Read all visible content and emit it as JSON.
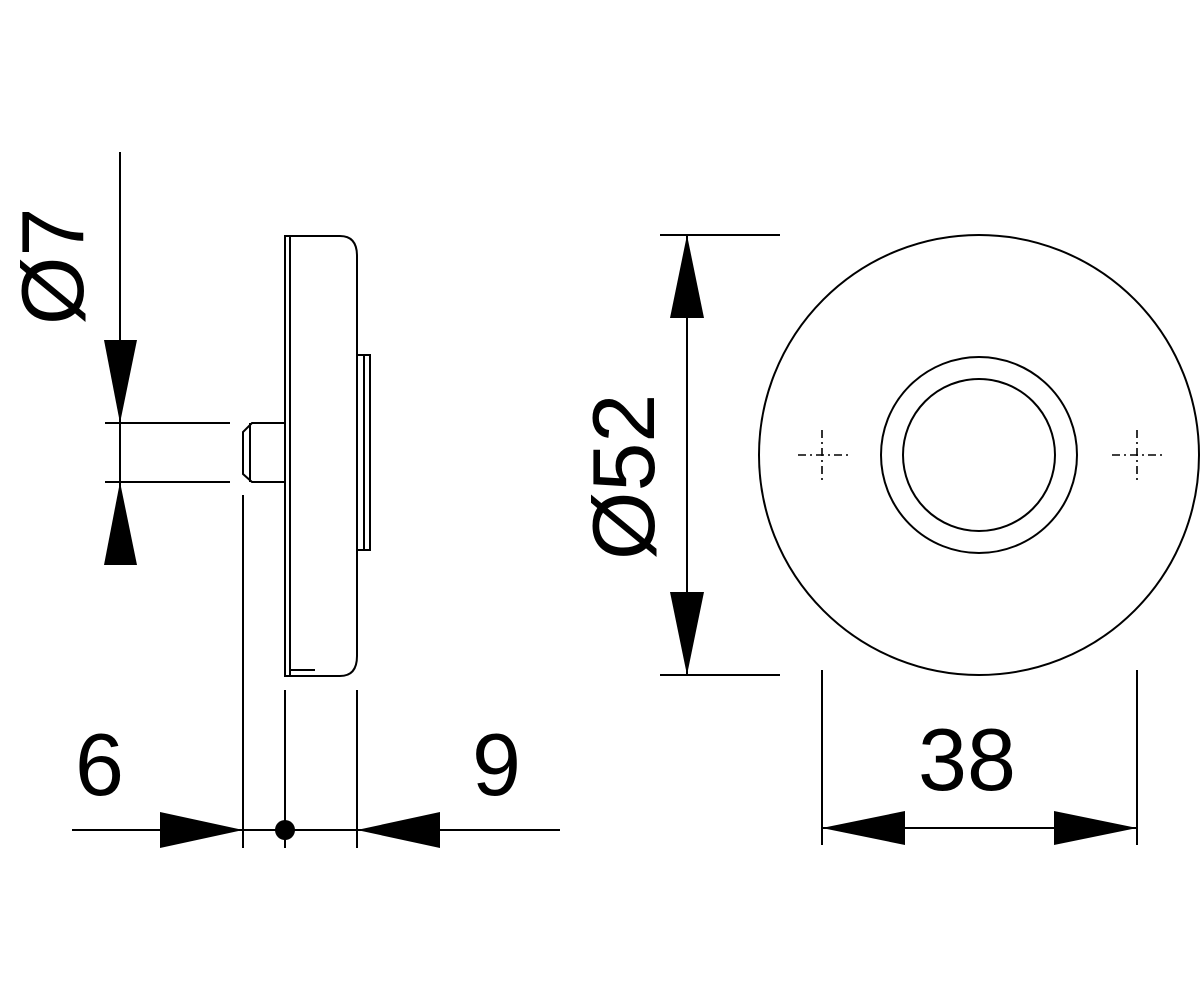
{
  "dimensions": {
    "pin_diameter": "Ø7",
    "rosette_diameter": "Ø52",
    "pin_length": "6",
    "rosette_thickness": "9",
    "hole_spacing": "38"
  }
}
